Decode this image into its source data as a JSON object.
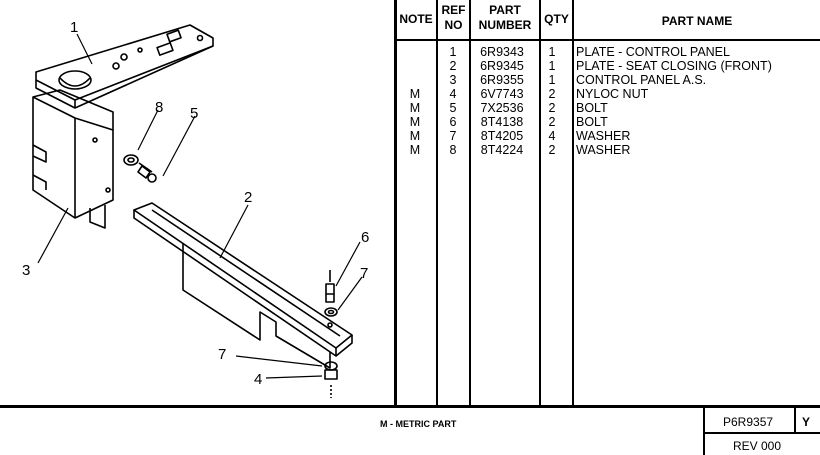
{
  "table": {
    "headers": {
      "note": "NOTE",
      "ref_l1": "REF",
      "ref_l2": "NO",
      "part_l1": "PART",
      "part_l2": "NUMBER",
      "qty": "QTY",
      "name": "PART NAME"
    },
    "rows": [
      {
        "note": "",
        "ref": "1",
        "part": "6R9343",
        "qty": "1",
        "name": "PLATE - CONTROL PANEL"
      },
      {
        "note": "",
        "ref": "2",
        "part": "6R9345",
        "qty": "1",
        "name": "PLATE - SEAT CLOSING (FRONT)"
      },
      {
        "note": "",
        "ref": "3",
        "part": "6R9355",
        "qty": "1",
        "name": "CONTROL PANEL  A.S."
      },
      {
        "note": "M",
        "ref": "4",
        "part": "6V7743",
        "qty": "2",
        "name": "NYLOC NUT"
      },
      {
        "note": "M",
        "ref": "5",
        "part": "7X2536",
        "qty": "2",
        "name": "BOLT"
      },
      {
        "note": "M",
        "ref": "6",
        "part": "8T4138",
        "qty": "2",
        "name": "BOLT"
      },
      {
        "note": "M",
        "ref": "7",
        "part": "8T4205",
        "qty": "4",
        "name": "WASHER"
      },
      {
        "note": "M",
        "ref": "8",
        "part": "8T4224",
        "qty": "2",
        "name": "WASHER"
      }
    ]
  },
  "footer": {
    "note": "M - METRIC PART",
    "doc_number": "P6R9357",
    "doc_letter": "Y",
    "revision": "REV 000"
  },
  "callouts": {
    "c1": "1",
    "c2": "2",
    "c3": "3",
    "c4": "4",
    "c5": "5",
    "c6": "6",
    "c7a": "7",
    "c7b": "7",
    "c8": "8"
  }
}
